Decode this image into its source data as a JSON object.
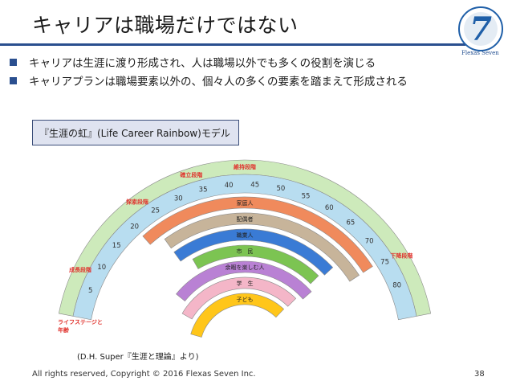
{
  "slide": {
    "title": "キャリアは職場だけではない",
    "bullets": [
      "キャリアは生涯に渡り形成され、人は職場以外でも多くの役割を演じる",
      "キャリアプランは職場要素以外の、個々人の多くの要素を踏まえて形成される"
    ],
    "box_label": "『生涯の虹』(Life Career Rainbow)モデル",
    "citation": "(D.H. Super『生涯と理論』より)",
    "footer": "All rights reserved, Copyright © 2016 Flexas Seven Inc.",
    "page_number": "38"
  },
  "logo": {
    "glyph": "7",
    "name": "Flexas Seven",
    "color": "#1f5fa8"
  },
  "rainbow": {
    "roles": [
      {
        "label": "家庭人",
        "color": "#f08a5c"
      },
      {
        "label": "配偶者",
        "color": "#c7b49a"
      },
      {
        "label": "職業人",
        "color": "#3a7bd5"
      },
      {
        "label": "市　民",
        "color": "#7cc452"
      },
      {
        "label": "余暇を楽しむ人",
        "color": "#b981d4"
      },
      {
        "label": "学　生",
        "color": "#f4b6c8"
      },
      {
        "label": "子ども",
        "color": "#ffc61a"
      }
    ],
    "stages": [
      "成長段階",
      "探索段階",
      "確立段階",
      "維持段階",
      "下降段階"
    ],
    "life_stage_label_lines": [
      "ライフステージと",
      "年齢"
    ],
    "ages": [
      "5",
      "10",
      "15",
      "20",
      "25",
      "30",
      "35",
      "40",
      "45",
      "50",
      "55",
      "60",
      "65",
      "70",
      "75",
      "80"
    ],
    "stage_color": "#e0342e",
    "outer_band_color": "#cdeabb",
    "inner_band_color": "#b8ddf0"
  }
}
